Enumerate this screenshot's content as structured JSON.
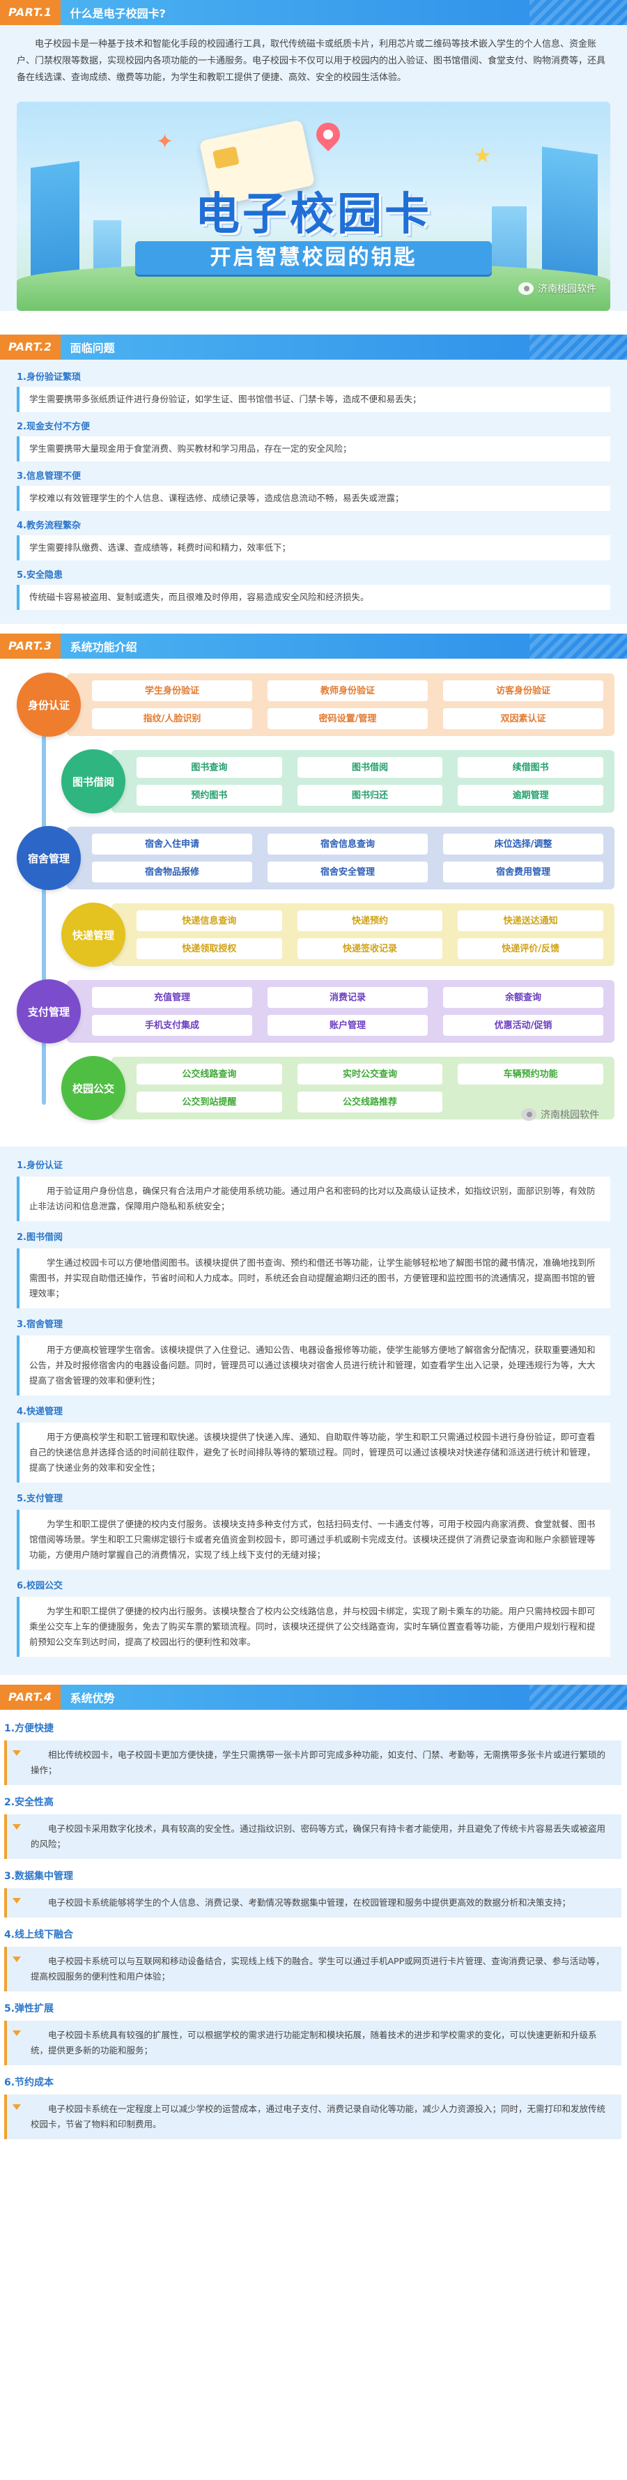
{
  "part1": {
    "tag": "PART.1",
    "title": "什么是电子校园卡?",
    "intro": "电子校园卡是一种基于技术和智能化手段的校园通行工具，取代传统磁卡或纸质卡片，利用芯片或二维码等技术嵌入学生的个人信息、资金账户、门禁权限等数据，实现校园内各项功能的一卡通服务。电子校园卡不仅可以用于校园内的出入验证、图书馆借阅、食堂支付、购物消费等，还具备在线选课、查询成绩、缴费等功能，为学生和教职工提供了便捷、高效、安全的校园生活体验。",
    "banner": {
      "title": "电子校园卡",
      "subtitle": "开启智慧校园的钥匙",
      "watermark": "济南桃园软件"
    }
  },
  "part2": {
    "tag": "PART.2",
    "title": "面临问题",
    "problems": [
      {
        "title": "1.身份验证繁琐",
        "text": "学生需要携带多张纸质证件进行身份验证，如学生证、图书馆借书证、门禁卡等，造成不便和易丢失；"
      },
      {
        "title": "2.现金支付不方便",
        "text": "学生需要携带大量现金用于食堂消费、购买教材和学习用品，存在一定的安全风险；"
      },
      {
        "title": "3.信息管理不便",
        "text": "学校难以有效管理学生的个人信息、课程选修、成绩记录等，造成信息流动不畅，易丢失或泄露；"
      },
      {
        "title": "4.教务流程繁杂",
        "text": "学生需要排队缴费、选课、查成绩等，耗费时间和精力，效率低下；"
      },
      {
        "title": "5.安全隐患",
        "text": "传统磁卡容易被盗用、复制或遗失，而且很难及时停用，容易造成安全风险和经济损失。"
      }
    ]
  },
  "part3": {
    "tag": "PART.3",
    "title": "系统功能介绍",
    "diagram": {
      "watermark": "济南桃园软件",
      "modules": [
        {
          "name": "身份认证",
          "items": [
            "学生身份验证",
            "教师身份验证",
            "访客身份验证",
            "指纹/人脸识别",
            "密码设置/管理",
            "双因素认证"
          ]
        },
        {
          "name": "图书借阅",
          "items": [
            "图书查询",
            "图书借阅",
            "续借图书",
            "预约图书",
            "图书归还",
            "逾期管理"
          ]
        },
        {
          "name": "宿舍管理",
          "items": [
            "宿舍入住申请",
            "宿舍信息查询",
            "床位选择/调整",
            "宿舍物品报修",
            "宿舍安全管理",
            "宿舍费用管理"
          ]
        },
        {
          "name": "快递管理",
          "items": [
            "快递信息查询",
            "快递预约",
            "快递送达通知",
            "快递领取授权",
            "快递签收记录",
            "快递评价/反馈"
          ]
        },
        {
          "name": "支付管理",
          "items": [
            "充值管理",
            "消费记录",
            "余额查询",
            "手机支付集成",
            "账户管理",
            "优惠活动/促销"
          ]
        },
        {
          "name": "校园公交",
          "items": [
            "公交线路查询",
            "实时公交查询",
            "车辆预约功能",
            "公交到站提醒",
            "公交线路推荐",
            ""
          ]
        }
      ]
    },
    "features": [
      {
        "title": "1.身份认证",
        "text": "用于验证用户身份信息，确保只有合法用户才能使用系统功能。通过用户名和密码的比对以及高级认证技术，如指纹识别，面部识别等，有效防止非法访问和信息泄露，保障用户隐私和系统安全；"
      },
      {
        "title": "2.图书借阅",
        "text": "学生通过校园卡可以方便地借阅图书。该模块提供了图书查询、预约和借还书等功能，让学生能够轻松地了解图书馆的藏书情况，准确地找到所需图书，并实现自助借还操作，节省时间和人力成本。同时，系统还会自动提醒逾期归还的图书，方便管理和监控图书的流通情况，提高图书馆的管理效率；"
      },
      {
        "title": "3.宿舍管理",
        "text": "用于方便高校管理学生宿舍。该模块提供了入住登记、通知公告、电器设备报修等功能，使学生能够方便地了解宿舍分配情况，获取重要通知和公告，并及时报修宿舍内的电器设备问题。同时，管理员可以通过该模块对宿舍人员进行统计和管理，如查看学生出入记录，处理违规行为等，大大提高了宿舍管理的效率和便利性；"
      },
      {
        "title": "4.快递管理",
        "text": "用于方便高校学生和职工管理和取快递。该模块提供了快递入库、通知、自助取件等功能，学生和职工只需通过校园卡进行身份验证，即可查看自己的快递信息并选择合适的时间前往取件，避免了长时间排队等待的繁琐过程。同时，管理员可以通过该模块对快递存储和派送进行统计和管理，提高了快递业务的效率和安全性；"
      },
      {
        "title": "5.支付管理",
        "text": "为学生和职工提供了便捷的校内支付服务。该模块支持多种支付方式，包括扫码支付、一卡通支付等，可用于校园内商家消费、食堂就餐、图书馆借阅等场景。学生和职工只需绑定银行卡或者充值资金到校园卡，即可通过手机或刷卡完成支付。该模块还提供了消费记录查询和账户余额管理等功能，方便用户随时掌握自己的消费情况，实现了线上线下支付的无缝对接；"
      },
      {
        "title": "6.校园公交",
        "text": "为学生和职工提供了便捷的校内出行服务。该模块整合了校内公交线路信息，并与校园卡绑定，实现了刷卡乘车的功能。用户只需持校园卡即可乘坐公交车上车的便捷服务，免去了购买车票的繁琐流程。同时，该模块还提供了公交线路查询，实时车辆位置查看等功能，方便用户规划行程和提前预知公交车到达时间，提高了校园出行的便利性和效率。"
      }
    ]
  },
  "part4": {
    "tag": "PART.4",
    "title": "系统优势",
    "advantages": [
      {
        "title": "1.方便快捷",
        "text": "相比传统校园卡，电子校园卡更加方便快捷，学生只需携带一张卡片即可完成多种功能，如支付、门禁、考勤等，无需携带多张卡片或进行繁琐的操作；"
      },
      {
        "title": "2.安全性高",
        "text": "电子校园卡采用数字化技术，具有较高的安全性。通过指纹识别、密码等方式，确保只有持卡者才能使用，并且避免了传统卡片容易丢失或被盗用的风险；"
      },
      {
        "title": "3.数据集中管理",
        "text": "电子校园卡系统能够将学生的个人信息、消费记录、考勤情况等数据集中管理，在校园管理和服务中提供更高效的数据分析和决策支持；"
      },
      {
        "title": "4.线上线下融合",
        "text": "电子校园卡系统可以与互联网和移动设备结合，实现线上线下的融合。学生可以通过手机APP或网页进行卡片管理、查询消费记录、参与活动等，提高校园服务的便利性和用户体验；"
      },
      {
        "title": "5.弹性扩展",
        "text": "电子校园卡系统具有较强的扩展性，可以根据学校的需求进行功能定制和模块拓展，随着技术的进步和学校需求的变化，可以快速更新和升级系统，提供更多新的功能和服务；"
      },
      {
        "title": "6.节约成本",
        "text": "电子校园卡系统在一定程度上可以减少学校的运营成本，通过电子支付、消费记录自动化等功能，减少人力资源投入；同时，无需打印和发放传统校园卡，节省了物料和印制费用。"
      }
    ]
  },
  "colors": {
    "header_blue": "#2c8de8",
    "tag_orange": "#f08a2c",
    "title_blue": "#2c77c9"
  }
}
